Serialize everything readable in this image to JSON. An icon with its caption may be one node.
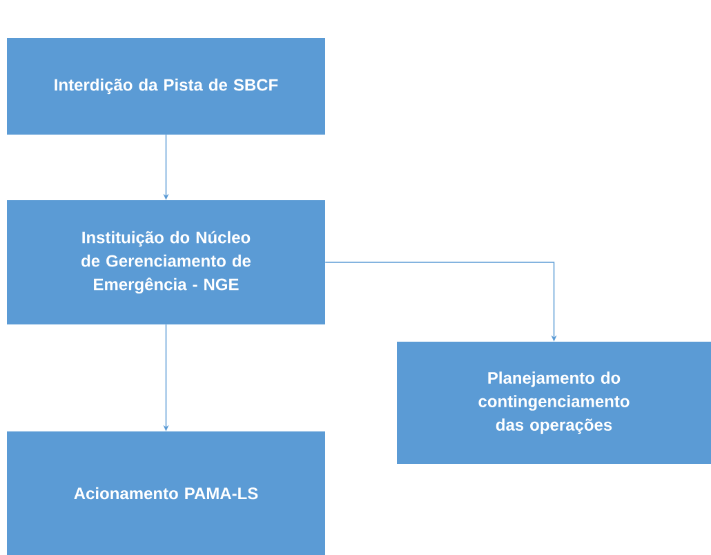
{
  "diagram": {
    "nodes": [
      {
        "text": [
          "Interdição da Pista de SBCF"
        ]
      },
      {
        "text": [
          "Instituição do Núcleo de Gerenciamento de Emergência - NGE"
        ]
      },
      {
        "text": [
          "Acionamento PAMA-LS"
        ]
      },
      {
        "text": [
          "Planejamento do contingenciamento das operações"
        ]
      }
    ],
    "edges": [
      {
        "from": 0,
        "to": 1,
        "arrow": "to"
      },
      {
        "from": 1,
        "to": 3,
        "arrow": "to"
      },
      {
        "from": 1,
        "to": 2,
        "arrow": "to"
      }
    ]
  }
}
